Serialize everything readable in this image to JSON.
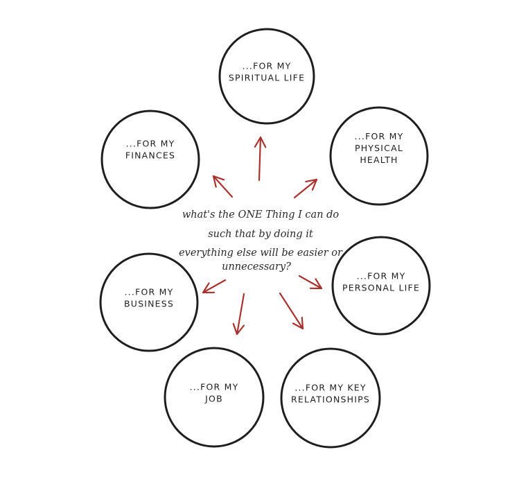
{
  "question": {
    "lines": [
      "what's the ONE Thing I can do",
      "such that by doing it",
      "everything else will be easier or",
      "unnecessary?"
    ]
  },
  "nodes": [
    {
      "id": "spiritual",
      "lines": [
        "...FOR MY",
        "SPIRITUAL LIFE"
      ]
    },
    {
      "id": "physical",
      "lines": [
        "...FOR MY",
        "PHYSICAL",
        "HEALTH"
      ]
    },
    {
      "id": "personal",
      "lines": [
        "...FOR MY",
        "PERSONAL LIFE"
      ]
    },
    {
      "id": "relationships",
      "lines": [
        "...FOR MY KEY",
        "RELATIONSHIPS"
      ]
    },
    {
      "id": "job",
      "lines": [
        "...FOR MY",
        "JOB"
      ]
    },
    {
      "id": "business",
      "lines": [
        "...FOR MY",
        "BUSINESS"
      ]
    },
    {
      "id": "finances",
      "lines": [
        "...FOR MY",
        "FINANCES"
      ]
    }
  ],
  "colors": {
    "arrow": "#a8322d",
    "circle_stroke": "#1e1e1e",
    "text": "#1e1e1e"
  }
}
